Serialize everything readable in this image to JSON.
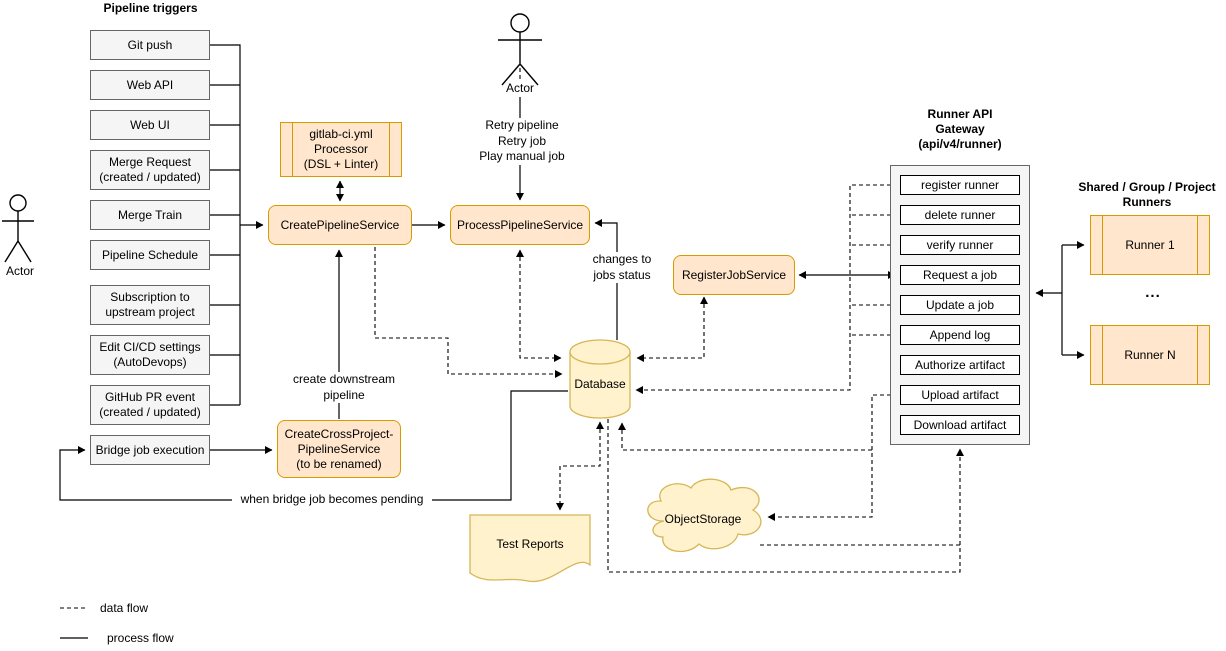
{
  "triggers": {
    "title": "Pipeline triggers",
    "items": [
      "Git push",
      "Web API",
      "Web UI",
      "Merge Request (created / updated)",
      "Merge Train",
      "Pipeline Schedule",
      "Subscription to upstream project",
      "Edit CI/CD settings (AutoDevops)",
      "GitHub PR event (created / updated)",
      "Bridge job execution"
    ]
  },
  "actors": {
    "left": "Actor",
    "top": "Actor"
  },
  "services": {
    "processor": "gitlab-ci.yml\nProcessor\n(DSL + Linter)",
    "create_pipeline": "CreatePipelineService",
    "process_pipeline": "ProcessPipelineService",
    "register_job": "RegisterJobService",
    "cross_project": "CreateCrossProject-\nPipelineService\n(to be renamed)"
  },
  "storage": {
    "database": "Database",
    "test_reports": "Test Reports",
    "object_storage": "ObjectStorage"
  },
  "gateway": {
    "title": "Runner API\nGateway\n(api/v4/runner)",
    "items": [
      "register runner",
      "delete runner",
      "verify runner",
      "Request a job",
      "Update a job",
      "Append log",
      "Authorize artifact",
      "Upload artifact",
      "Download artifact"
    ]
  },
  "runners": {
    "title": "Shared / Group / Project\nRunners",
    "runner1": "Runner 1",
    "runnerN": "Runner N",
    "ellipsis": "..."
  },
  "edge_labels": {
    "retry": "Retry pipeline\nRetry job\nPlay manual job",
    "changes": "changes to\njobs status",
    "create_downstream": "create downstream\npipeline",
    "bridge_pending": "when bridge job becomes pending"
  },
  "legend": {
    "data_flow": "data flow",
    "process_flow": "process flow"
  },
  "colors": {
    "service_fill": "#ffe6cc",
    "service_border": "#d79b00",
    "storage_fill": "#fff2cc",
    "storage_border": "#d6b656",
    "trigger_fill": "#f5f5f5",
    "trigger_border": "#666666"
  }
}
